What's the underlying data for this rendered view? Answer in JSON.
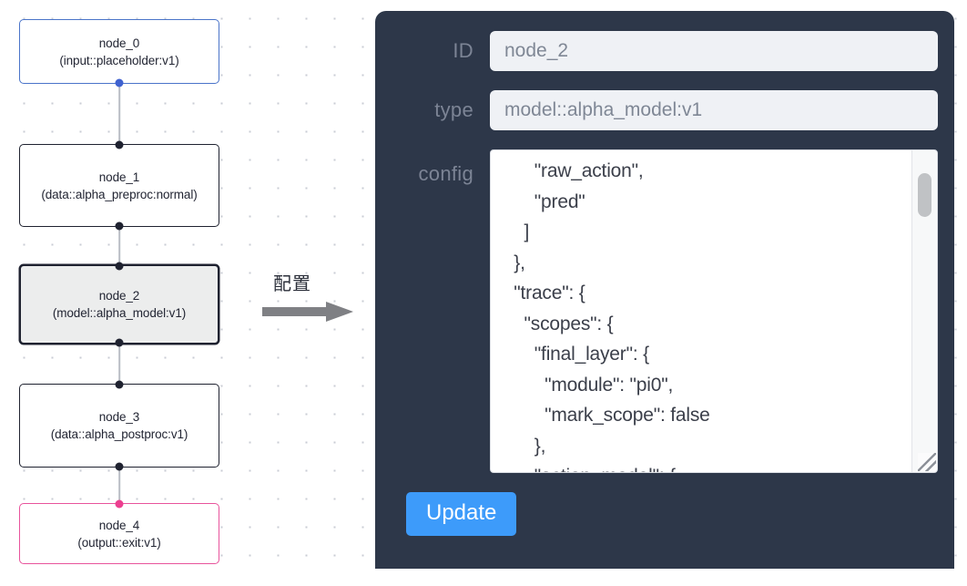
{
  "canvas": {
    "name": "node-graph-canvas",
    "nodes": [
      {
        "id": "node_0",
        "label": "node_0\n(input::placeholder:v1)",
        "state": "input"
      },
      {
        "id": "node_1",
        "label": "node_1\n(data::alpha_preproc:normal)",
        "state": "default"
      },
      {
        "id": "node_2",
        "label": "node_2\n(model::alpha_model:v1)",
        "state": "selected"
      },
      {
        "id": "node_3",
        "label": "node_3\n(data::alpha_postproc:v1)",
        "state": "default"
      },
      {
        "id": "node_4",
        "label": "node_4\n(output::exit:v1)",
        "state": "output"
      }
    ],
    "edges": [
      {
        "from": "node_0",
        "to": "node_1"
      },
      {
        "from": "node_1",
        "to": "node_2"
      },
      {
        "from": "node_2",
        "to": "node_3"
      },
      {
        "from": "node_3",
        "to": "node_4"
      }
    ],
    "colors": {
      "input_border": "#4a74c9",
      "output_border": "#e8539c",
      "default_border": "#1f2230",
      "selected_fill": "#eceded",
      "edge": "#b9bdc4",
      "grid_dot": "#c9ccd4"
    }
  },
  "annotation": {
    "label": "配置",
    "arrow_icon": "right-arrow-icon",
    "arrow_color": "#808080"
  },
  "panel": {
    "title": "node-config-panel",
    "background": "#2d3749",
    "fields": [
      {
        "key": "id",
        "label": "ID",
        "value": "node_2"
      },
      {
        "key": "type",
        "label": "type",
        "value": "model::alpha_model:v1"
      },
      {
        "key": "config",
        "label": "config",
        "value": ""
      }
    ],
    "id_label": "ID",
    "id_value": "node_2",
    "type_label": "type",
    "type_value": "model::alpha_model:v1",
    "config_label": "config",
    "config_value": "      \"raw_action\",\n      \"pred\"\n    ]\n  },\n  \"trace\": {\n    \"scopes\": {\n      \"final_layer\": {\n        \"module\": \"pi0\",\n        \"mark_scope\": false\n      },\n      \"action_model\": {",
    "scrollbar": {
      "name": "config-scrollbar",
      "thumb_position": "near-top"
    },
    "update_button": {
      "label": "Update",
      "color": "#3d9bfa"
    }
  }
}
